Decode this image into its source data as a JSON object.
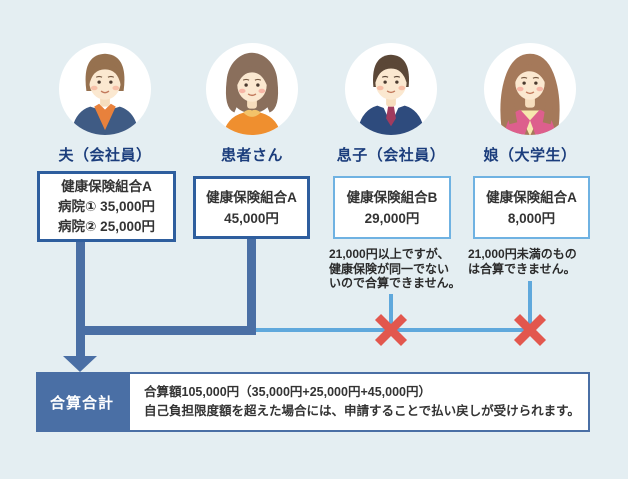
{
  "people": [
    {
      "name": "夫（会社員）",
      "box": "健康保険組合A\n病院① 35,000円\n病院② 25,000円"
    },
    {
      "name": "患者さん",
      "box": "健康保険組合A\n45,000円"
    },
    {
      "name": "息子（会社員）",
      "box": "健康保険組合B\n29,000円",
      "note": "21,000円以上ですが、\n健康保険が同一でない\nいので合算できません。"
    },
    {
      "name": "娘（大学生）",
      "box": "健康保険組合A\n8,000円",
      "note": "21,000円未満のもの\nは合算できません。"
    }
  ],
  "summary": {
    "label": "合算合計",
    "line1": "合算額105,000円（35,000円+25,000円+45,000円）",
    "line2": "自己負担限度額を超えた場合には、申請することで払い戻しが受けられます。"
  },
  "colors": {
    "background": "#e4eef2",
    "connector_dark": "#4a6fa5",
    "connector_light": "#5fa8dc",
    "box_border_dark": "#2e5e9e",
    "box_border_light": "#6fb2e2",
    "x_mark_red": "#e2574e",
    "name_label_navy": "#1b3d7c",
    "summary_bar_blue": "#4a6fa5"
  },
  "icons": {
    "x_mark_meaning": "cannot-combine"
  }
}
